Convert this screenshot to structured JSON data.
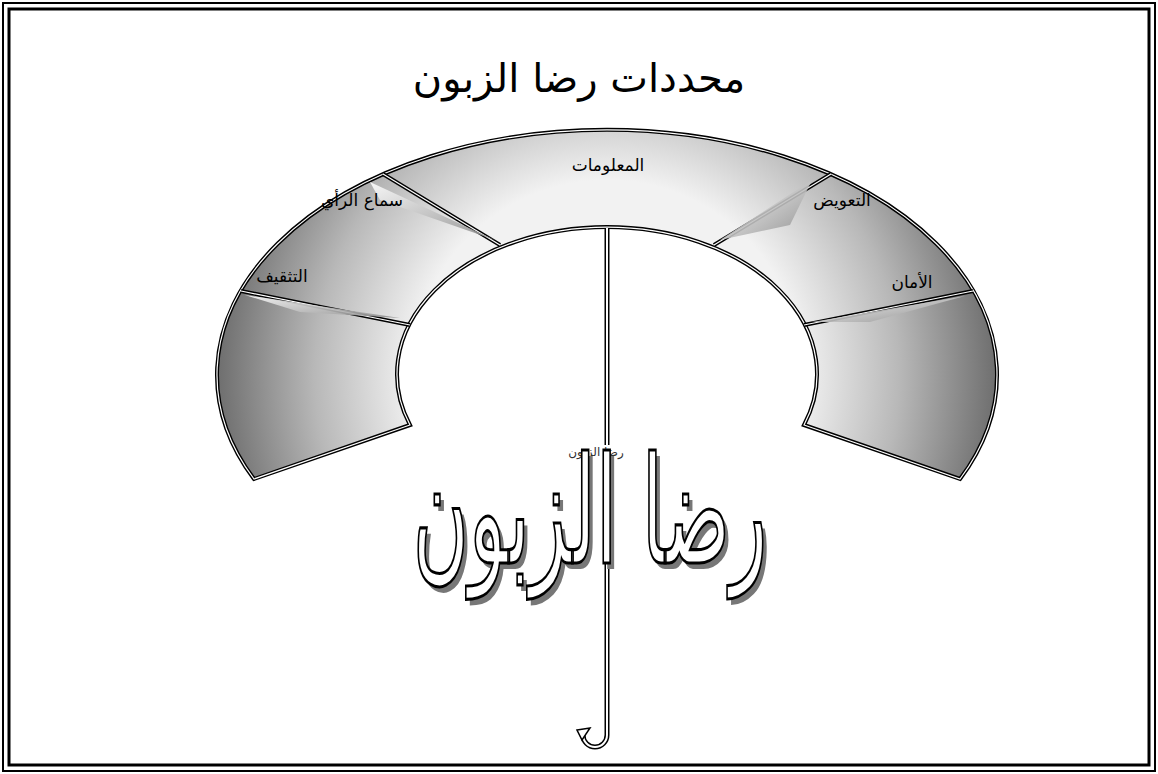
{
  "diagram": {
    "title": "محددات رضا الزبون",
    "nodes": [
      {
        "text": [
          "المعلومات"
        ]
      },
      {
        "text": [
          "التعويض"
        ]
      },
      {
        "text": [
          "سماع الرأي"
        ]
      },
      {
        "text": [
          "الأمان"
        ]
      },
      {
        "text": [
          "التثقيف"
        ]
      }
    ],
    "labels": [
      "رضا الزبون",
      "رضا الزبون"
    ]
  }
}
